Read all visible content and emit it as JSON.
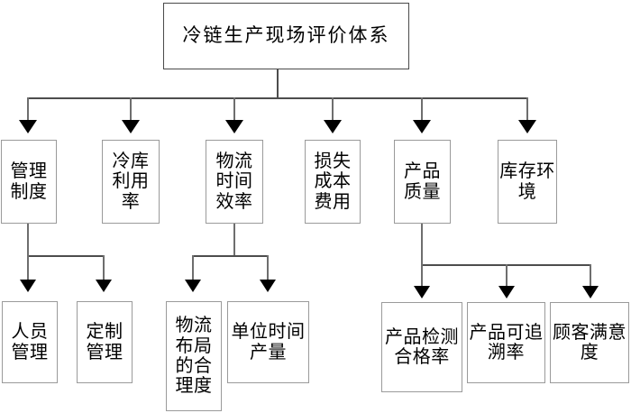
{
  "diagram": {
    "type": "hierarchy-tree",
    "title": "冷链生产现场评价体系",
    "root": {
      "label": "冷链生产现场评价体系"
    },
    "level2": [
      {
        "label": "管理制度"
      },
      {
        "label": "冷库利用率"
      },
      {
        "label": "物流时间效率"
      },
      {
        "label": "损失成本费用"
      },
      {
        "label": "产品质量"
      },
      {
        "label": "库存环境"
      }
    ],
    "level3": [
      {
        "label": "人员管理",
        "parent": "管理制度"
      },
      {
        "label": "定制管理",
        "parent": "管理制度"
      },
      {
        "label": "物流布局的合理度",
        "parent": "物流时间效率"
      },
      {
        "label": "单位时间产量",
        "parent": "物流时间效率"
      },
      {
        "label": "产品检测合格率",
        "parent": "产品质量"
      },
      {
        "label": "产品可追溯率",
        "parent": "产品质量"
      },
      {
        "label": "顾客满意度",
        "parent": "产品质量"
      }
    ],
    "colors": {
      "box_border": "#9a9a9a",
      "root_border": "#4a4a4a",
      "connector": "#4d4d4d",
      "arrow": "#000000",
      "background": "#ffffff",
      "text": "#000000"
    }
  }
}
